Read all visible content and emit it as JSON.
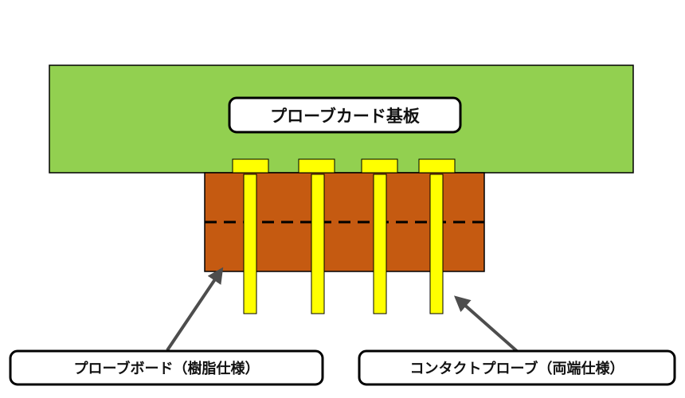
{
  "labels": {
    "substrate": "プローブカード基板",
    "board": "プローブボード（樹脂仕様）",
    "contact": "コンタクトプローブ（両端仕様）"
  },
  "colors": {
    "substrate_fill": "#92d050",
    "board_fill": "#c55a11",
    "probe_fill": "#ffff00",
    "outline": "#000000",
    "arrow": "#4d4d4d"
  },
  "probe_count": 4
}
